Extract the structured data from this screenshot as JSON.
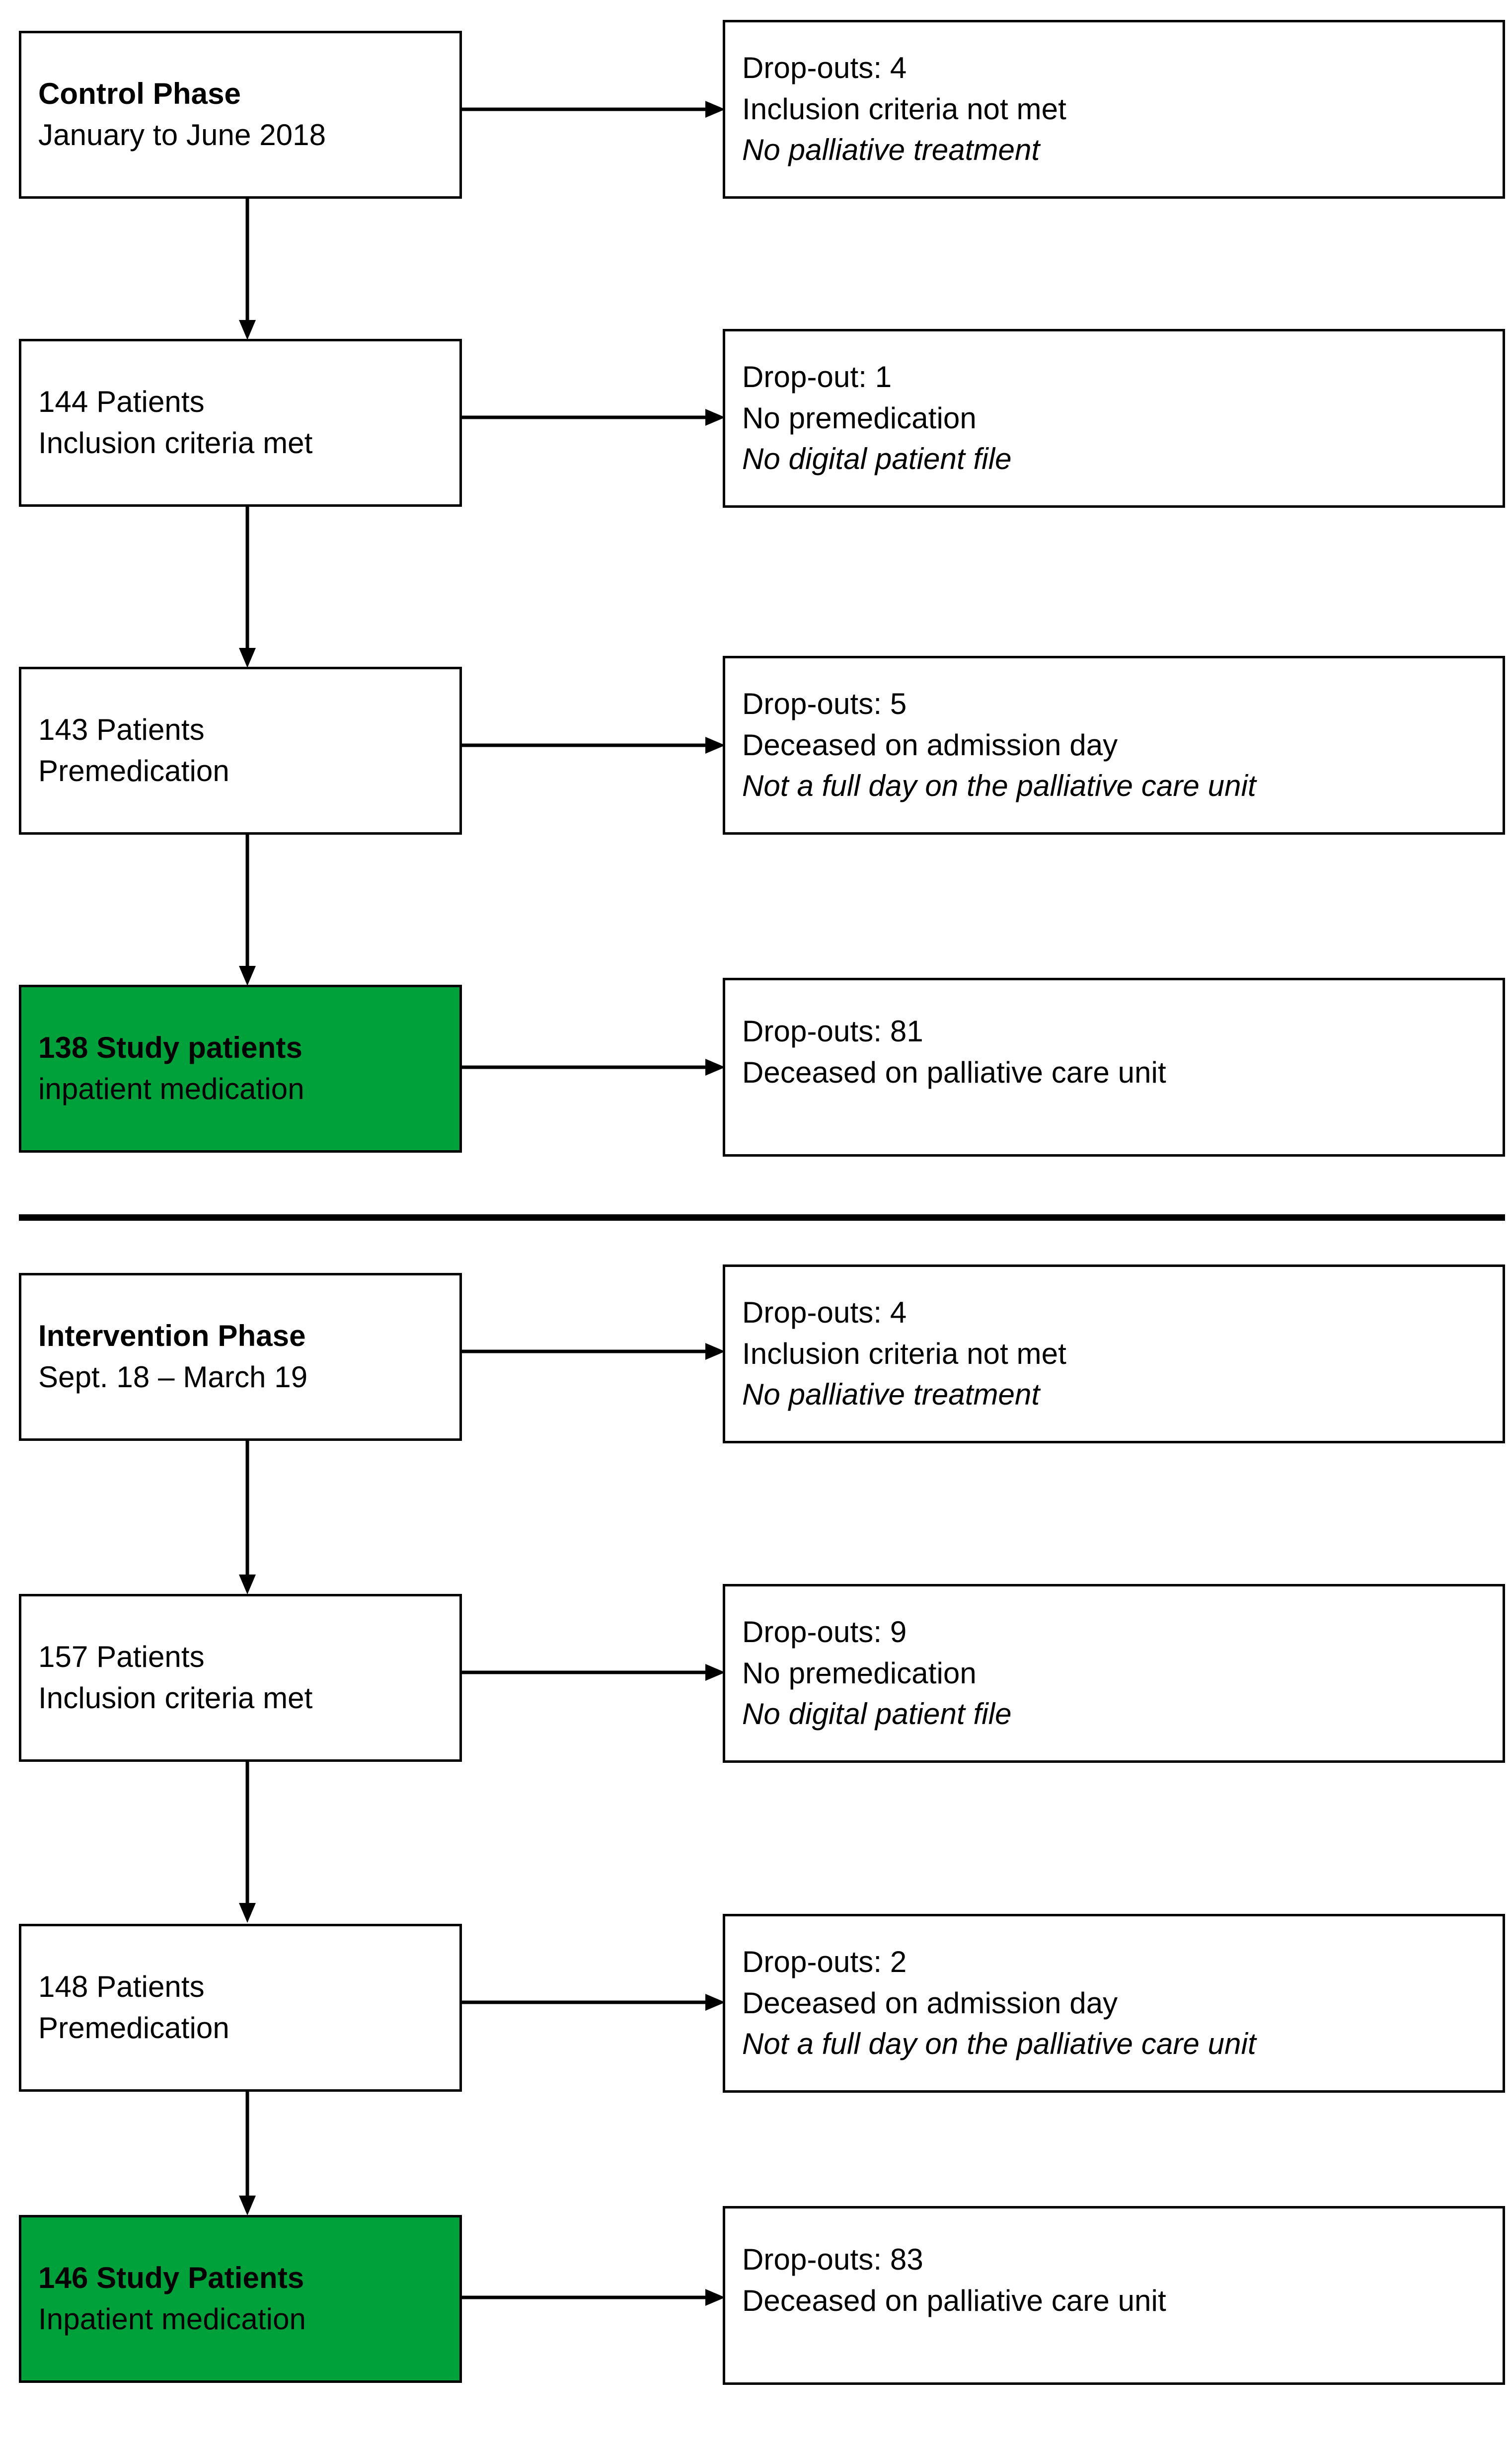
{
  "diagram": {
    "title": "Study patient flow: Control Phase and Intervention Phase",
    "accent_green": "#00A03A",
    "line_color": "#000000",
    "background": "#ffffff"
  },
  "sections": [
    {
      "id": "control-phase",
      "rows": [
        {
          "id": "control-header",
          "highlight": false,
          "left": {
            "l1": "Control Phase",
            "l1_style": "bold",
            "l2": "January to June 2018",
            "l2_style": "normal"
          },
          "right": {
            "l1": "Drop-outs: 4",
            "l2": "Inclusion criteria not met",
            "l3": "No palliative treatment",
            "l3_style": "italic"
          }
        },
        {
          "id": "control-included",
          "highlight": false,
          "left": {
            "l1": "144 Patients",
            "l1_style": "normal",
            "l2": "Inclusion criteria met",
            "l2_style": "normal"
          },
          "right": {
            "l1": "Drop-out: 1",
            "l2": "No premedication",
            "l3": "No digital patient file",
            "l3_style": "italic"
          }
        },
        {
          "id": "control-premedication",
          "highlight": false,
          "left": {
            "l1": "143 Patients",
            "l1_style": "normal",
            "l2": "Premedication",
            "l2_style": "normal"
          },
          "right": {
            "l1": "Drop-outs: 5",
            "l2": "Deceased on admission day",
            "l3": "Not a full day on the palliative care unit",
            "l3_style": "italic"
          }
        },
        {
          "id": "control-study-patients",
          "highlight": true,
          "left": {
            "l1": "138 Study patients",
            "l1_style": "bold",
            "l2": "inpatient medication",
            "l2_style": "normal"
          },
          "right": {
            "l1": "Drop-outs: 81",
            "l2": "Deceased on palliative care unit",
            "l3": "",
            "l3_style": "normal"
          }
        }
      ]
    },
    {
      "id": "intervention-phase",
      "rows": [
        {
          "id": "intervention-header",
          "highlight": false,
          "left": {
            "l1": "Intervention Phase",
            "l1_style": "bold",
            "l2": "Sept. 18 – March 19",
            "l2_style": "normal"
          },
          "right": {
            "l1": "Drop-outs: 4",
            "l2": "Inclusion criteria not met",
            "l3": "No palliative treatment",
            "l3_style": "italic"
          }
        },
        {
          "id": "intervention-included",
          "highlight": false,
          "left": {
            "l1": "157 Patients",
            "l1_style": "normal",
            "l2": "Inclusion criteria met",
            "l2_style": "normal"
          },
          "right": {
            "l1": "Drop-outs: 9",
            "l2": "No premedication",
            "l3": "No digital patient file",
            "l3_style": "italic"
          }
        },
        {
          "id": "intervention-premedication",
          "highlight": false,
          "left": {
            "l1": "148 Patients",
            "l1_style": "normal",
            "l2": "Premedication",
            "l2_style": "normal"
          },
          "right": {
            "l1": "Drop-outs: 2",
            "l2": "Deceased on admission day",
            "l3": "Not a full day on the palliative care unit",
            "l3_style": "italic"
          }
        },
        {
          "id": "intervention-study-patients",
          "highlight": true,
          "left": {
            "l1": "146 Study Patients",
            "l1_style": "bold",
            "l2": "Inpatient medication",
            "l2_style": "normal"
          },
          "right": {
            "l1": "Drop-outs: 83",
            "l2": "Deceased on palliative care unit",
            "l3": "",
            "l3_style": "normal"
          }
        }
      ]
    }
  ]
}
